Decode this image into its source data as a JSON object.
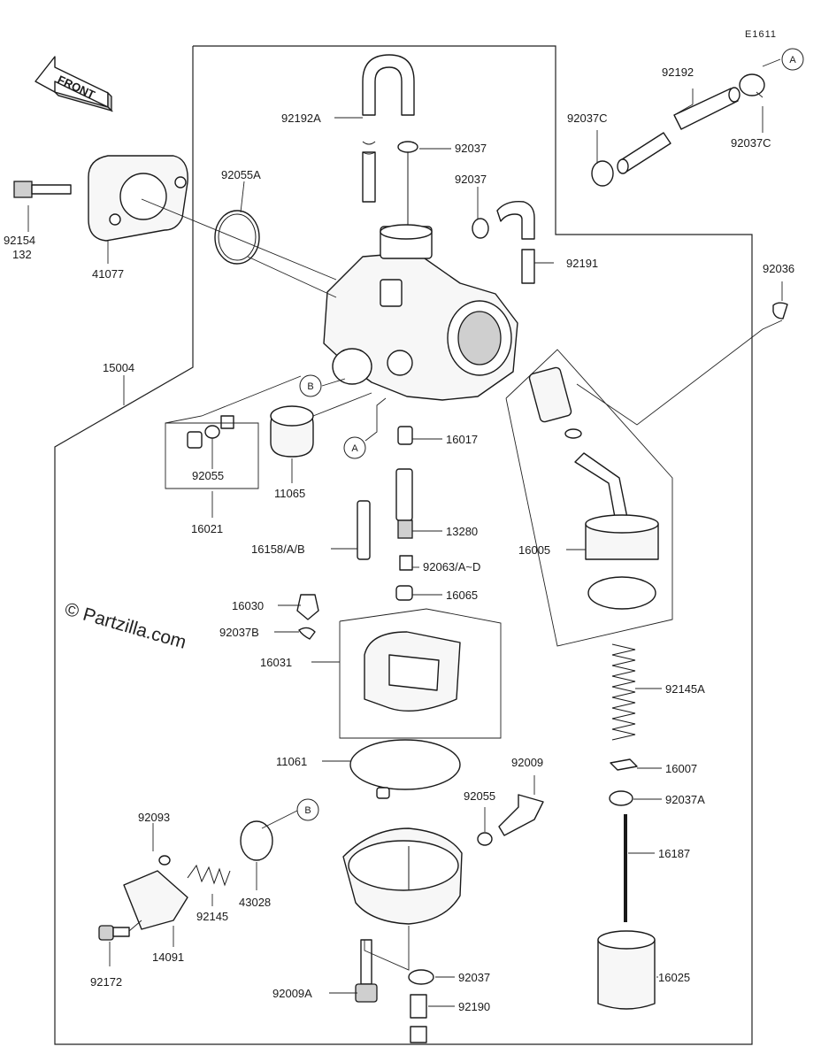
{
  "diagram_code": "E1611",
  "front_label": "FRONT",
  "watermark": "© Partzilla.com",
  "refs": {
    "a": "A",
    "b": "B"
  },
  "labels": {
    "p92192A": "92192A",
    "p92037_top": "92037",
    "p92037_mid": "92037",
    "p92192": "92192",
    "p92037C_left": "92037C",
    "p92037C_right": "92037C",
    "p92055A": "92055A",
    "p92154": "92154",
    "p132": "132",
    "p41077": "41077",
    "p92191": "92191",
    "p92036": "92036",
    "p15004": "15004",
    "p92055_left": "92055",
    "p16021": "16021",
    "p11065": "11065",
    "p16017": "16017",
    "p13280": "13280",
    "p16158": "16158/A/B",
    "p92063": "92063/A~D",
    "p16065": "16065",
    "p16005": "16005",
    "p16030": "16030",
    "p92037B": "92037B",
    "p16031": "16031",
    "p92145A": "92145A",
    "p11061": "11061",
    "p92009": "92009",
    "p16007": "16007",
    "p92055_right": "92055",
    "p92037A": "92037A",
    "p92093": "92093",
    "p43028": "43028",
    "p92145": "92145",
    "p16187": "16187",
    "p14091": "14091",
    "p92172": "92172",
    "p92037_bottom": "92037",
    "p92009A": "92009A",
    "p92190": "92190",
    "p16025": "16025"
  }
}
